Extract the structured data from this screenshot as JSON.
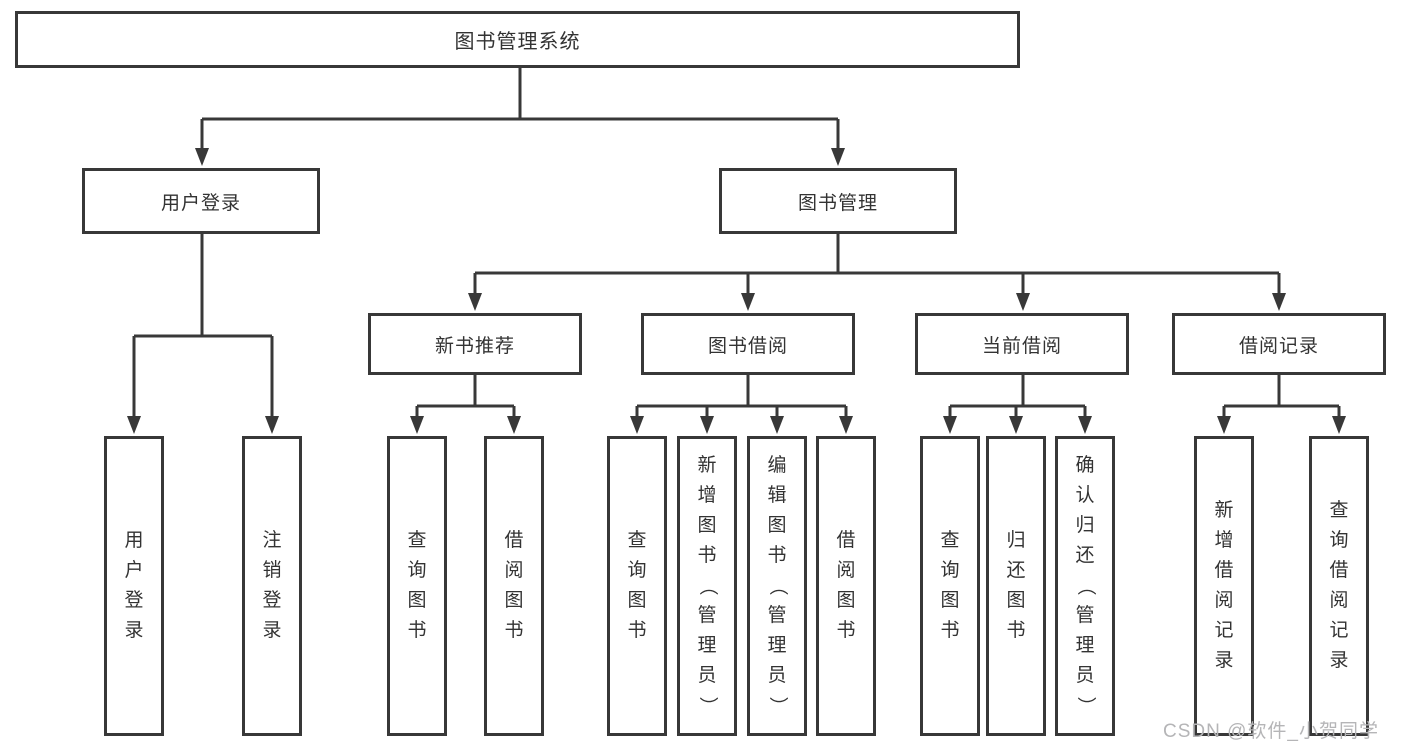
{
  "diagram": {
    "root": {
      "label": "图书管理系统"
    },
    "branches": [
      {
        "label": "用户登录",
        "children": [
          {
            "label": "用户登录"
          },
          {
            "label": "注销登录"
          }
        ]
      },
      {
        "label": "图书管理",
        "children": [
          {
            "label": "新书推荐",
            "children": [
              {
                "label": "查询图书"
              },
              {
                "label": "借阅图书"
              }
            ]
          },
          {
            "label": "图书借阅",
            "children": [
              {
                "label": "查询图书"
              },
              {
                "label": "新增图书（管理员）"
              },
              {
                "label": "编辑图书（管理员）"
              },
              {
                "label": "借阅图书"
              }
            ]
          },
          {
            "label": "当前借阅",
            "children": [
              {
                "label": "查询图书"
              },
              {
                "label": "归还图书"
              },
              {
                "label": "确认归还（管理员）"
              }
            ]
          },
          {
            "label": "借阅记录",
            "children": [
              {
                "label": "新增借阅记录"
              },
              {
                "label": "查询借阅记录"
              }
            ]
          }
        ]
      }
    ]
  },
  "watermark": {
    "text": "CSDN @软件_小贺同学"
  },
  "colors": {
    "line": "#383838",
    "box_border": "#383838",
    "box_fill": "#ffffff",
    "text": "#333333",
    "watermark": "#b5b5b7",
    "background": "#ffffff"
  }
}
